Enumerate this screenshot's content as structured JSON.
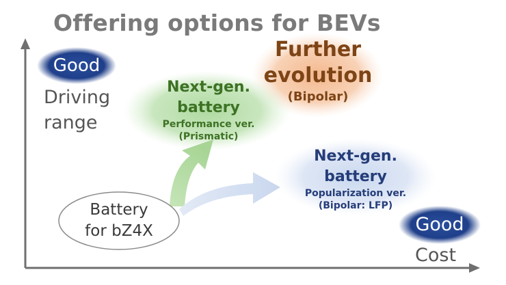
{
  "slide": {
    "title": "Offering options for BEVs"
  },
  "axes": {
    "y_label_line1": "Driving",
    "y_label_line2": "range",
    "x_label": "Cost",
    "good_y": "Good",
    "good_x": "Good"
  },
  "nodes": {
    "current": {
      "line1": "Battery",
      "line2": "for bZ4X"
    },
    "performance": {
      "title_line1": "Next-gen.",
      "title_line2": "battery",
      "sub_line1": "Performance ver.",
      "sub_line2": "(Prismatic)"
    },
    "popularization": {
      "title_line1": "Next-gen.",
      "title_line2": "battery",
      "sub_line1": "Popularization ver.",
      "sub_line2": "(Bipolar: LFP)"
    },
    "further": {
      "title_line1": "Further",
      "title_line2": "evolution",
      "sub": "(Bipolar)"
    }
  },
  "colors": {
    "title_gray": "#7a7a7a",
    "good_badge": "#1f3f8a",
    "performance_green": "#3d7224",
    "popularization_blue": "#253d79",
    "further_brown": "#7d4416",
    "green_glow": "#a9d89a",
    "blue_glow": "#c7d6ee",
    "orange_glow": "#f3b487"
  }
}
